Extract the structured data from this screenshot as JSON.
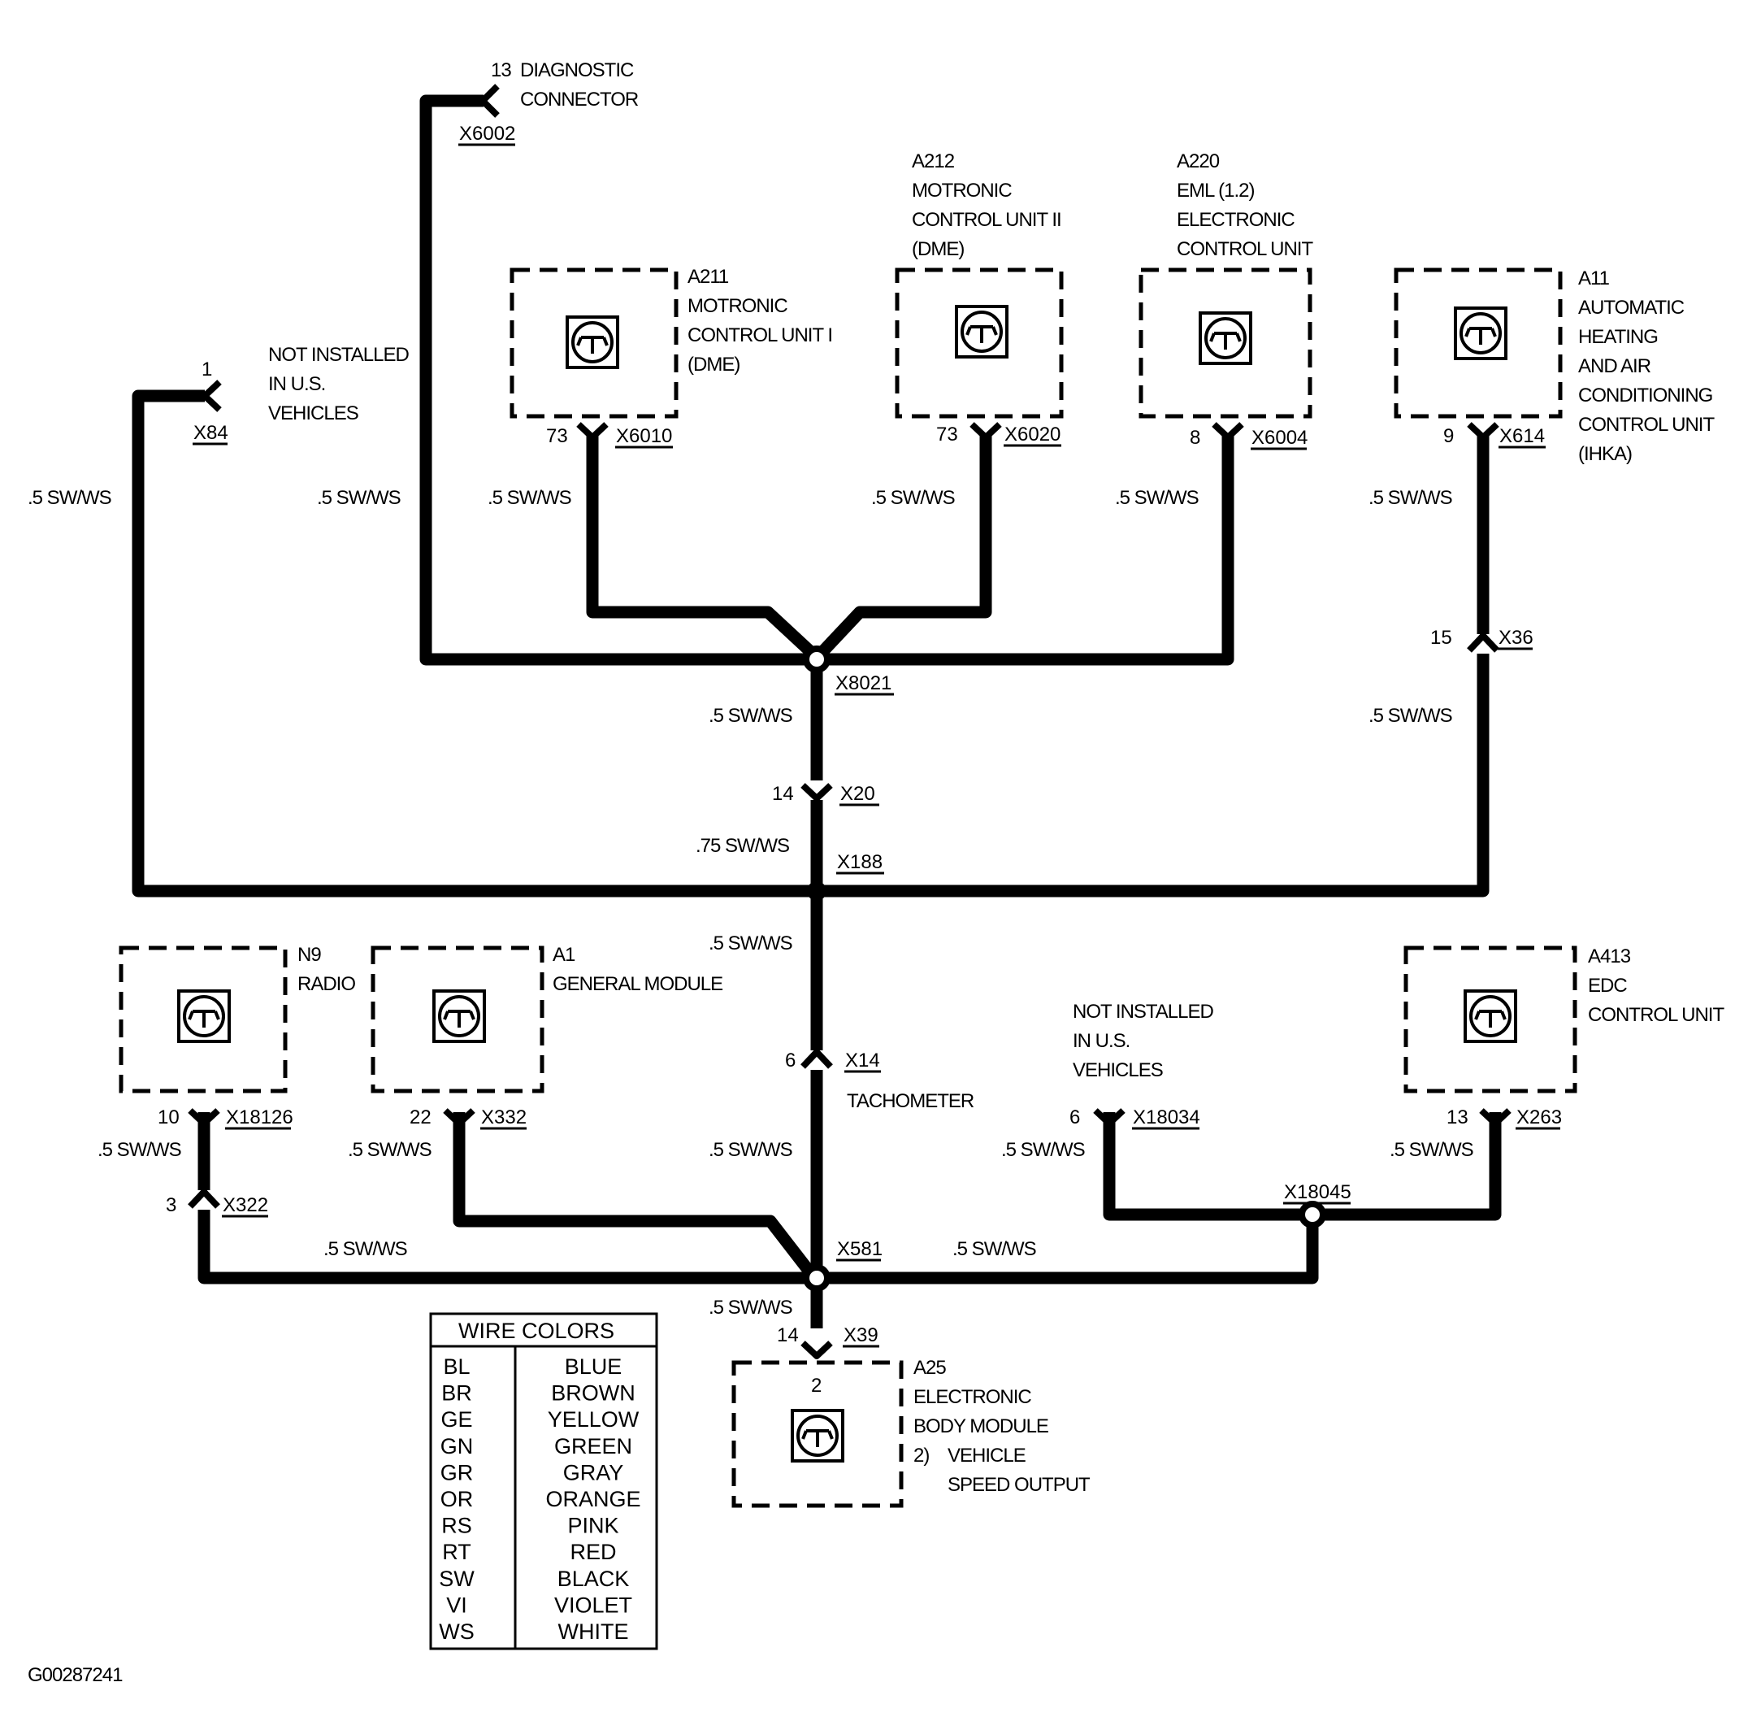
{
  "components": {
    "diag": {
      "num": "13",
      "l1": "DIAGNOSTIC",
      "l2": "CONNECTOR",
      "conn": "X6002"
    },
    "a211": {
      "l1": "A211",
      "l2": "MOTRONIC",
      "l3": "CONTROL UNIT I",
      "l4": "(DME)",
      "pin": "73",
      "conn": "X6010"
    },
    "a212": {
      "l1": "A212",
      "l2": "MOTRONIC",
      "l3": "CONTROL UNIT II",
      "l4": "(DME)",
      "pin": "73",
      "conn": "X6020"
    },
    "a220": {
      "l1": "A220",
      "l2": "EML (1.2)",
      "l3": "ELECTRONIC",
      "l4": "CONTROL UNIT",
      "pin": "8",
      "conn": "X6004"
    },
    "a11": {
      "l1": "A11",
      "l2": "AUTOMATIC",
      "l3": "HEATING",
      "l4": "AND AIR",
      "l5": "CONDITIONING",
      "l6": "CONTROL UNIT",
      "l7": "(IHKA)",
      "pin": "9",
      "conn": "X614"
    },
    "x84": {
      "num": "1",
      "conn": "X84"
    },
    "not_us_top": {
      "l1": "NOT INSTALLED",
      "l2": "IN U.S.",
      "l3": "VEHICLES"
    },
    "n9": {
      "l1": "N9",
      "l2": "RADIO",
      "pin": "10",
      "conn": "X18126"
    },
    "a1": {
      "l1": "A1",
      "l2": "GENERAL MODULE",
      "pin": "22",
      "conn": "X332"
    },
    "a413": {
      "l1": "A413",
      "l2": "EDC",
      "l3": "CONTROL UNIT",
      "pin": "13",
      "conn": "X263"
    },
    "not_us_bot": {
      "l1": "NOT INSTALLED",
      "l2": "IN U.S.",
      "l3": "VEHICLES",
      "pin": "6",
      "conn": "X18034"
    },
    "a25": {
      "l1": "A25",
      "l2": "ELECTRONIC",
      "l3": "BODY MODULE",
      "l4": "2)",
      "l5": "VEHICLE",
      "l6": "SPEED OUTPUT",
      "pin": "2",
      "conn_pin": "14",
      "conn": "X39"
    }
  },
  "connectors": {
    "x8021": "X8021",
    "x20": {
      "pin": "14",
      "conn": "X20"
    },
    "x188": "X188",
    "x36": {
      "pin": "15",
      "conn": "X36"
    },
    "x14": {
      "pin": "6",
      "conn": "X14",
      "note": "TACHOMETER"
    },
    "x322": {
      "pin": "3",
      "conn": "X322"
    },
    "x581": "X581",
    "x18045": "X18045"
  },
  "wire_labels": {
    "w1": ".5 SW/WS",
    "w075": ".75 SW/WS"
  },
  "legend": {
    "title": "WIRE COLORS",
    "rows": [
      {
        "code": "BL",
        "name": "BLUE"
      },
      {
        "code": "BR",
        "name": "BROWN"
      },
      {
        "code": "GE",
        "name": "YELLOW"
      },
      {
        "code": "GN",
        "name": "GREEN"
      },
      {
        "code": "GR",
        "name": "GRAY"
      },
      {
        "code": "OR",
        "name": "ORANGE"
      },
      {
        "code": "RS",
        "name": "PINK"
      },
      {
        "code": "RT",
        "name": "RED"
      },
      {
        "code": "SW",
        "name": "BLACK"
      },
      {
        "code": "VI",
        "name": "VIOLET"
      },
      {
        "code": "WS",
        "name": "WHITE"
      }
    ]
  },
  "figure_id": "G00287241"
}
